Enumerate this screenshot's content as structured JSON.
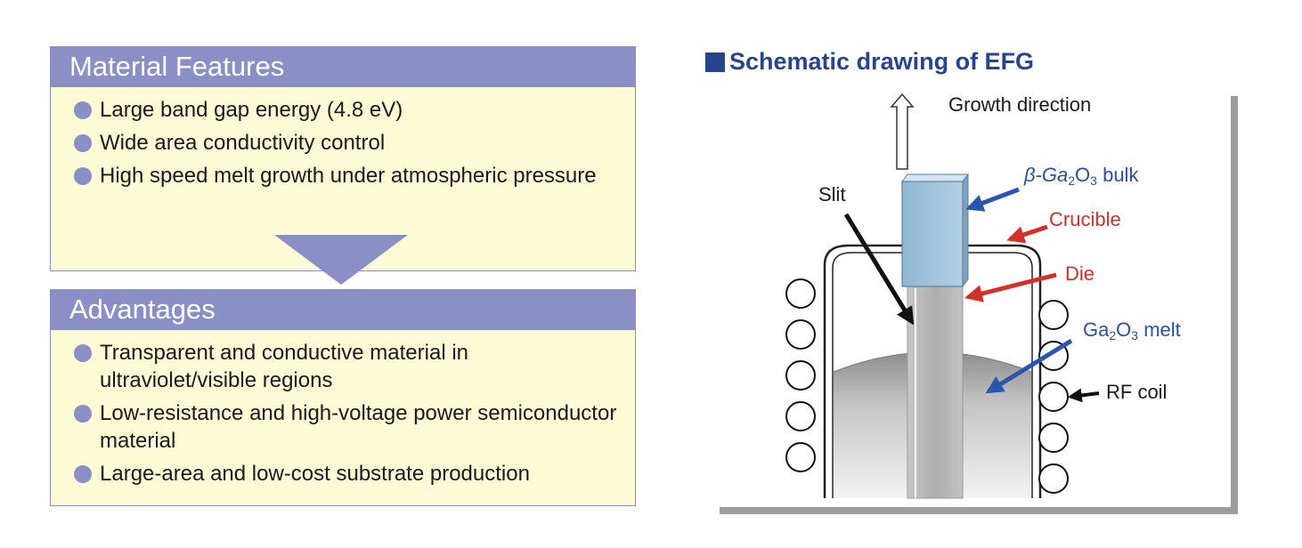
{
  "features": {
    "title": "Material Features",
    "items": [
      "Large band gap energy (4.8 eV)",
      "Wide area conductivity control",
      "High speed melt growth under atmospheric pressure"
    ]
  },
  "advantages": {
    "title": "Advantages",
    "items": [
      "Transparent and conductive material in ultraviolet/visible regions",
      "Low-resistance and high-voltage power semiconductor material",
      "Large-area and low-cost substrate production"
    ]
  },
  "schematic": {
    "title": "Schematic drawing of EFG",
    "labels": {
      "growth_direction": "Growth direction",
      "bulk_prefix": "β-Ga",
      "bulk_sub1": "2",
      "bulk_mid": "O",
      "bulk_sub2": "3",
      "bulk_suffix": " bulk",
      "slit": "Slit",
      "crucible": "Crucible",
      "die": "Die",
      "melt_prefix": "Ga",
      "melt_sub1": "2",
      "melt_mid": "O",
      "melt_sub2": "3",
      "melt_suffix": " melt",
      "rf_coil": "RF coil"
    }
  },
  "colors": {
    "header_bg": "#8a8fc6",
    "panel_bg": "#fdfbd6",
    "title_blue": "#27458c",
    "label_blue": "#2950a6",
    "label_red": "#d3302a"
  }
}
